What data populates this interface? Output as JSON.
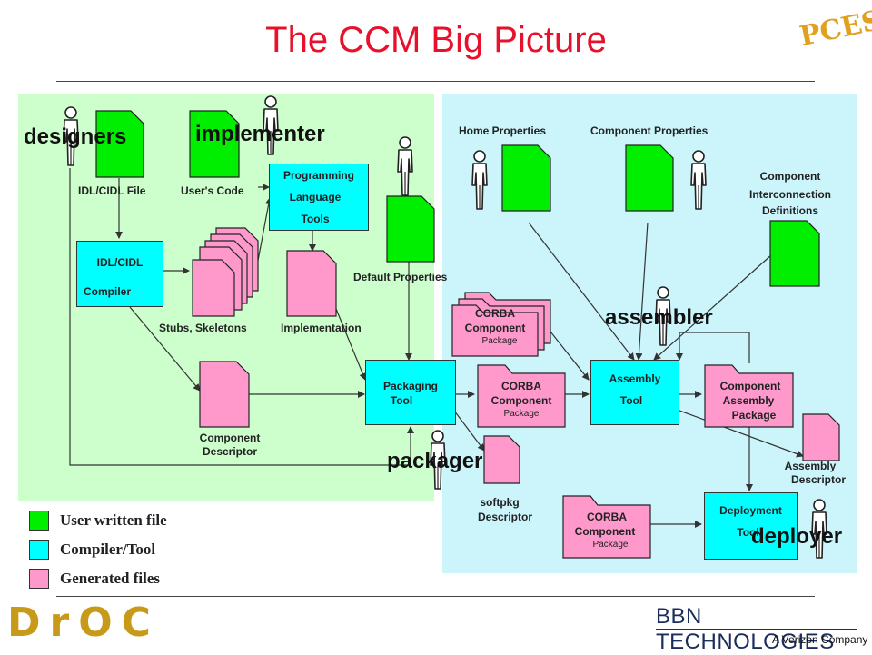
{
  "title": "The CCM Big Picture",
  "colors": {
    "user": "#00ee00",
    "tool": "#00ffff",
    "generated": "#ff99cc",
    "title": "#e8102a"
  },
  "roles": {
    "designers": "designers",
    "implementer": "implementer",
    "packager": "packager",
    "assembler": "assembler",
    "deployer": "deployer"
  },
  "labels": {
    "idl_file": "IDL/CIDL File",
    "users_code": "User's Code",
    "stubs": "Stubs, Skeletons",
    "implementation": "Implementation",
    "default_properties": "Default Properties",
    "component_descriptor_1": "Component",
    "component_descriptor_2": "Descriptor",
    "home_properties": "Home Properties",
    "component_properties": "Component Properties",
    "cid_1": "Component",
    "cid_2": "Interconnection",
    "cid_3": "Definitions",
    "softpkg_1": "softpkg",
    "softpkg_2": "Descriptor",
    "assembly_descriptor_1": "Assembly",
    "assembly_descriptor_2": "Descriptor"
  },
  "tools": {
    "idl_compiler_1": "IDL/CIDL",
    "idl_compiler_2": "Compiler",
    "prog_1": "Programming",
    "prog_2": "Language",
    "prog_3": "Tools",
    "packaging_1": "Packaging",
    "packaging_2": "Tool",
    "assembly_1": "Assembly",
    "assembly_2": "Tool",
    "deployment_1": "Deployment",
    "deployment_2": "Tool"
  },
  "packages": {
    "corba_1": "CORBA",
    "corba_2": "Component",
    "corba_3": "Package",
    "cap_1": "Component",
    "cap_2": "Assembly",
    "cap_3": "Package"
  },
  "legend": [
    {
      "label": "User written file",
      "color": "#00ee00"
    },
    {
      "label": "Compiler/Tool",
      "color": "#00ffff"
    },
    {
      "label": "Generated files",
      "color": "#ff99cc"
    }
  ],
  "logos": {
    "doc": "DrOC",
    "pces": "PCES",
    "bbn": "BBN TECHNOLOGIES",
    "verizon": "A Verizon Company"
  }
}
